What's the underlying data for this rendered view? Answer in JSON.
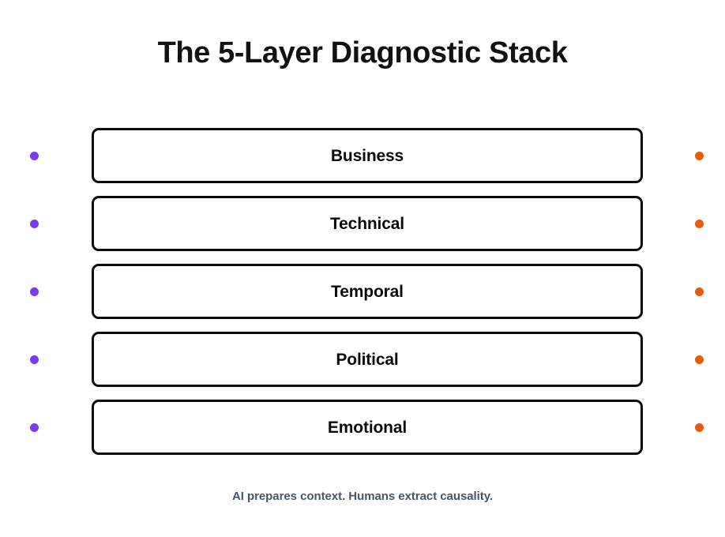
{
  "slide": {
    "title": "The 5-Layer Diagnostic Stack",
    "footer": "AI prepares context. Humans extract causality.",
    "background_color": "#ffffff",
    "title_color": "#111214",
    "footer_color": "#475569",
    "box_border_color": "#0c0c0e",
    "left_marker_color": "#7c3aed",
    "right_marker_color": "#ea5a0c",
    "layers": [
      {
        "label": "Business",
        "index": "1",
        "left_marker": "bullet-dot",
        "right_marker": "bullet-dot"
      },
      {
        "label": "Technical",
        "index": "2",
        "left_marker": "bullet-dot",
        "right_marker": "bullet-dot"
      },
      {
        "label": "Temporal",
        "index": "3",
        "left_marker": "bullet-dot",
        "right_marker": "bullet-dot"
      },
      {
        "label": "Political",
        "index": "4",
        "left_marker": "bullet-dot",
        "right_marker": "bullet-dot"
      },
      {
        "label": "Emotional",
        "index": "5",
        "left_marker": "bullet-dot",
        "right_marker": "bullet-dot"
      }
    ]
  }
}
